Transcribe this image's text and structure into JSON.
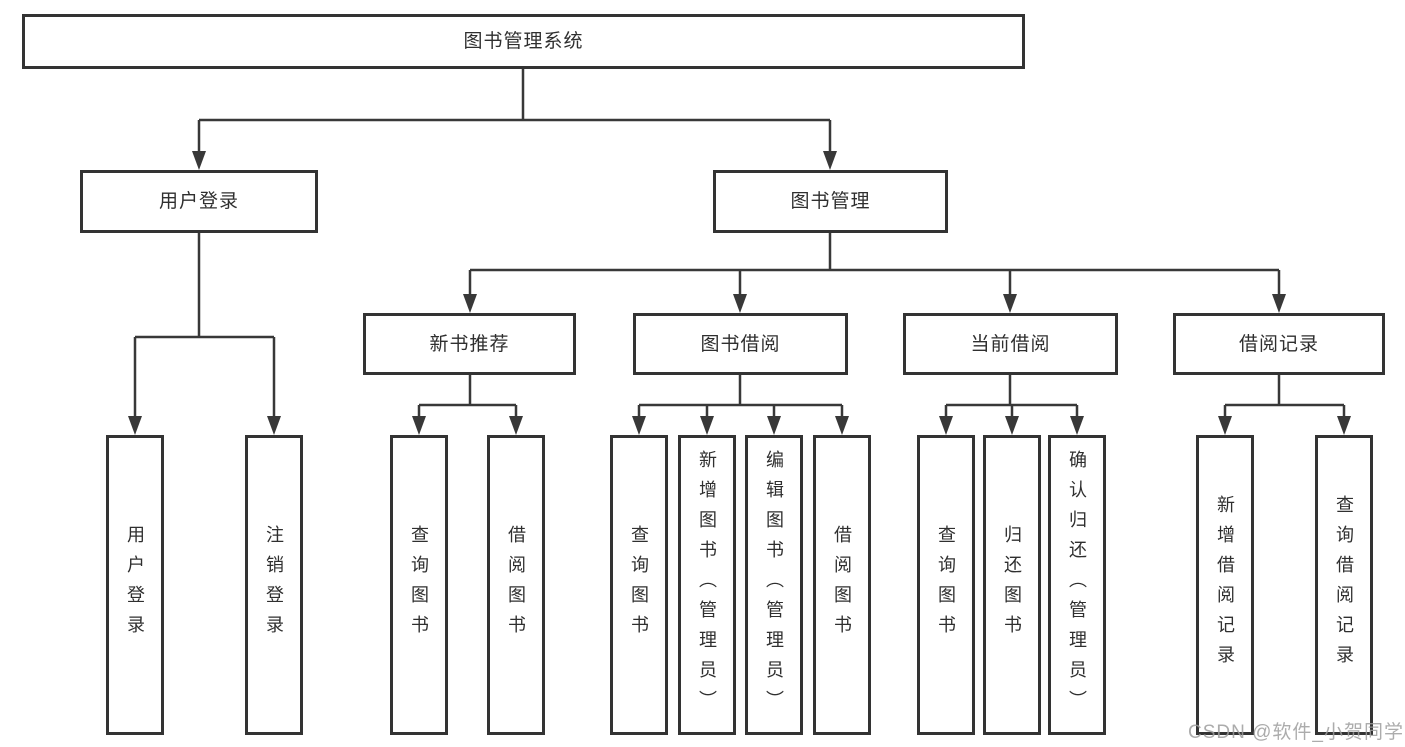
{
  "tree": {
    "label": "图书管理系统",
    "children": [
      {
        "label": "用户登录",
        "children": [
          {
            "label": "用户登录"
          },
          {
            "label": "注销登录"
          }
        ]
      },
      {
        "label": "图书管理",
        "children": [
          {
            "label": "新书推荐",
            "children": [
              {
                "label": "查询图书"
              },
              {
                "label": "借阅图书"
              }
            ]
          },
          {
            "label": "图书借阅",
            "children": [
              {
                "label": "查询图书"
              },
              {
                "label": "新增图书（管理员）"
              },
              {
                "label": "编辑图书（管理员）"
              },
              {
                "label": "借阅图书"
              }
            ]
          },
          {
            "label": "当前借阅",
            "children": [
              {
                "label": "查询图书"
              },
              {
                "label": "归还图书"
              },
              {
                "label": "确认归还（管理员）"
              }
            ]
          },
          {
            "label": "借阅记录",
            "children": [
              {
                "label": "新增借阅记录"
              },
              {
                "label": "查询借阅记录"
              }
            ]
          }
        ]
      }
    ]
  },
  "watermark": "CSDN @软件_小贺同学",
  "colors": {
    "border": "#333333",
    "line": "#383838",
    "text": "#2f2f2f",
    "watermark": "#9e9e9e",
    "background": "#ffffff"
  }
}
